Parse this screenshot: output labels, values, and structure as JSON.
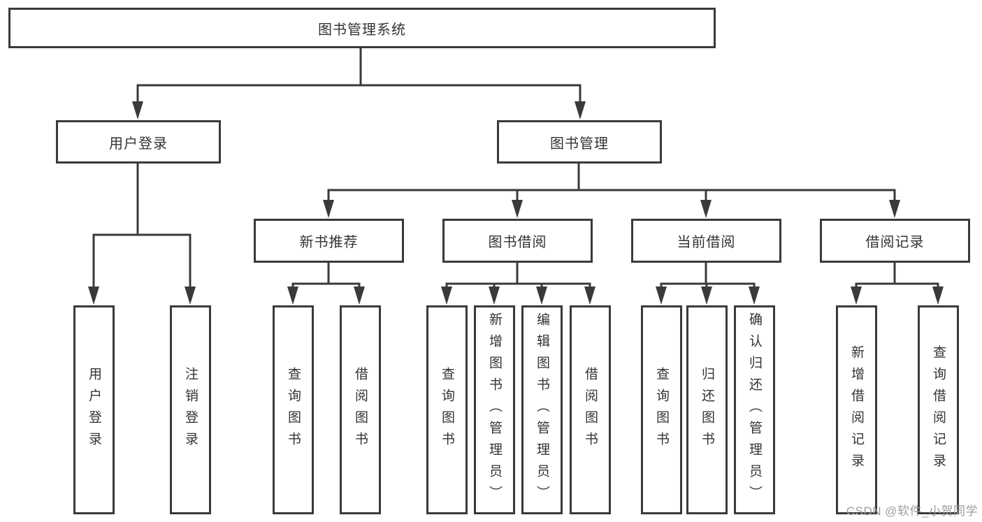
{
  "tree": {
    "root": {
      "label": "图书管理系统"
    },
    "user": {
      "label": "用户登录",
      "leaves": [
        "用户登录",
        "注销登录"
      ]
    },
    "book": {
      "label": "图书管理",
      "sections": [
        {
          "label": "新书推荐",
          "leaves": [
            "查询图书",
            "借阅图书"
          ]
        },
        {
          "label": "图书借阅",
          "leaves": [
            "查询图书",
            "新增图书（管理员）",
            "编辑图书（管理员）",
            "借阅图书"
          ]
        },
        {
          "label": "当前借阅",
          "leaves": [
            "查询图书",
            "归还图书",
            "确认归还（管理员）"
          ]
        },
        {
          "label": "借阅记录",
          "leaves": [
            "新增借阅记录",
            "查询借阅记录"
          ]
        }
      ]
    }
  },
  "watermark": "CSDN @软件_小贺同学",
  "colors": {
    "line": "#3a3a3a",
    "text": "#333333",
    "background": "#ffffff",
    "watermark": "#9d9d9d"
  }
}
